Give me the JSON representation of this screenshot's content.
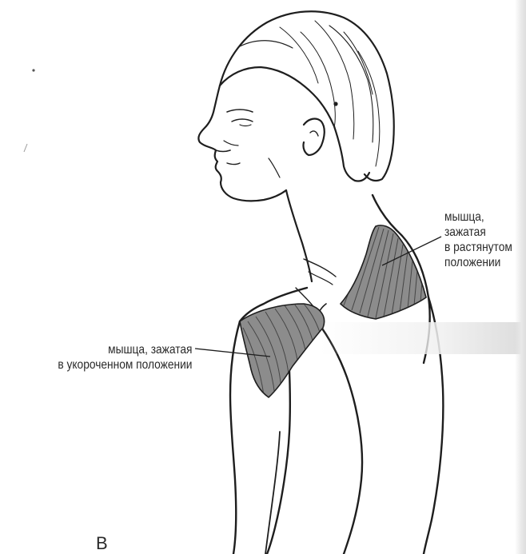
{
  "labels": {
    "stretched": {
      "line1": "мышца,",
      "line2": "зажатая",
      "line3": "в растянутом",
      "line4": "положении"
    },
    "shortened": {
      "line1": "мышца, зажатая",
      "line2": "в укороченном положении"
    }
  },
  "panel_letter": "В",
  "colors": {
    "line": "#1e1e1e",
    "muscle_fill": "#8c8c8c",
    "label_text": "#2a2a2a",
    "background": "#ffffff"
  }
}
